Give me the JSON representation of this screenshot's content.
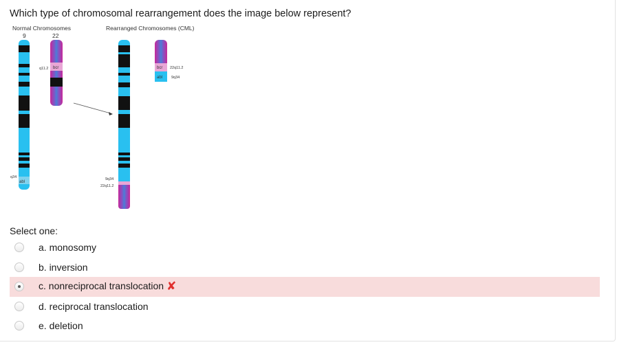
{
  "question": {
    "text": "Which type of chromosomal rearrangement does the image below represent?"
  },
  "figure": {
    "normal_title": "Normal Chromosomes",
    "rearranged_title": "Rearranged Chromosomes (CML)",
    "chr9_label": "9",
    "chr22_label": "22",
    "label_q112_left": "q11.2",
    "label_bcr_left": "bcr",
    "label_q34_left": "q34",
    "label_abl_left": "abl",
    "label_bcr_right": "bcr",
    "label_22q112_right": "22q11.2",
    "label_abl_right": "abl",
    "label_9q34_right": "9q34",
    "label_9q34_mid": "9q34",
    "label_22q112_mid": "22q11.2",
    "colors": {
      "chr9": "#29c0f0",
      "chr22": "#c8289a",
      "band": "#111111",
      "abl_seg": "#7fd2ee",
      "bcr_seg": "#e9a6d6"
    }
  },
  "prompt": {
    "select_one": "Select one:"
  },
  "options": [
    {
      "text": "a. monosomy",
      "checked": false
    },
    {
      "text": "b. inversion",
      "checked": false
    },
    {
      "text": "c. nonreciprocal translocation",
      "checked": true,
      "feedback": "incorrect"
    },
    {
      "text": "d. reciprocal translocation",
      "checked": false
    },
    {
      "text": "e. deletion",
      "checked": false
    }
  ],
  "feedback_icon": "cross-icon"
}
